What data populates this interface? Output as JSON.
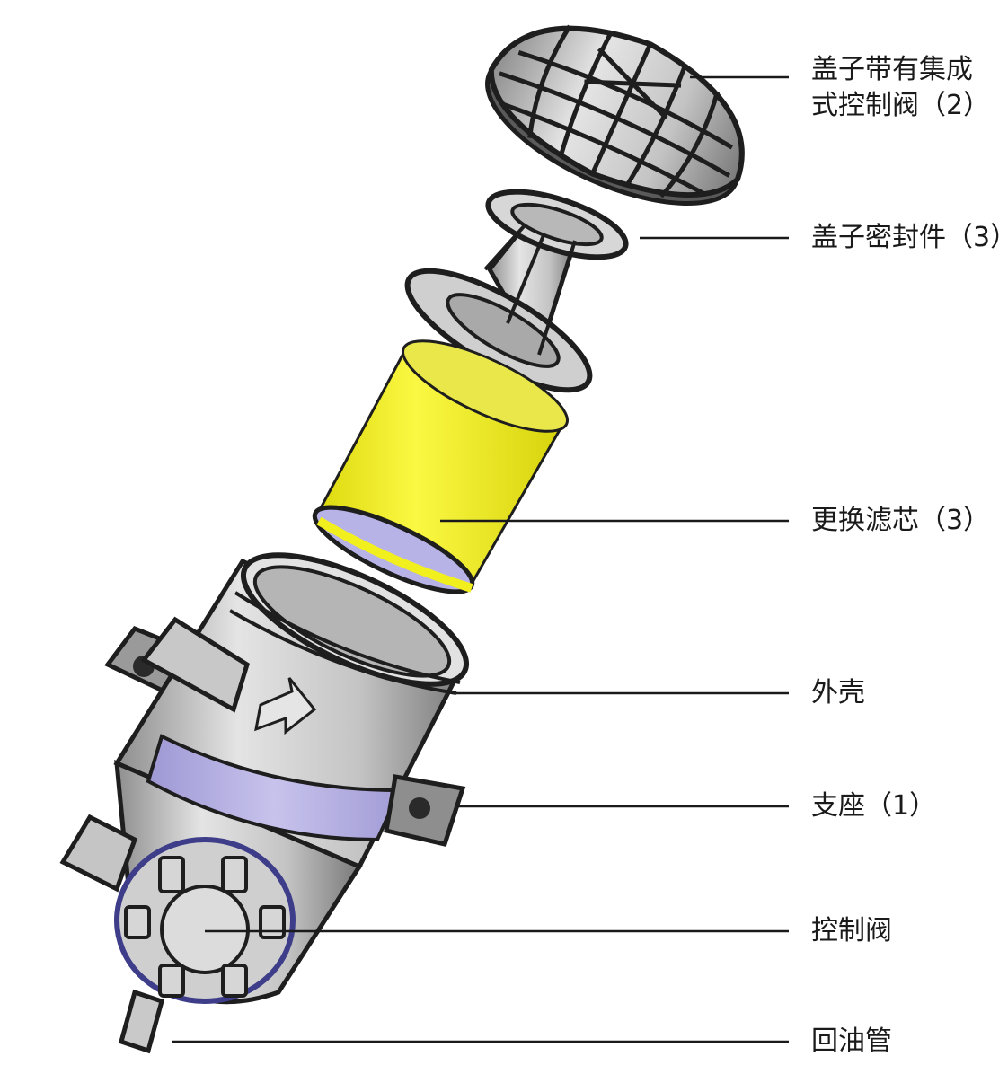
{
  "diagram": {
    "labels": {
      "cap": [
        "盖子带有集成",
        "式控制阀（2）"
      ],
      "cap_seal": "盖子密封件（3）",
      "filter": "更换滤芯（3）",
      "housing": "外壳",
      "bracket": "支座（1）",
      "valve": "控制阀",
      "return_pipe": "回油管"
    },
    "colors": {
      "metal": "#c9c9c9",
      "metal_dark": "#6e6e6e",
      "outline": "#1e1e1e",
      "filter_yellow": "#f2ef1e",
      "band_lavender": "#b3aee0",
      "leader": "#1a1a1a"
    }
  }
}
